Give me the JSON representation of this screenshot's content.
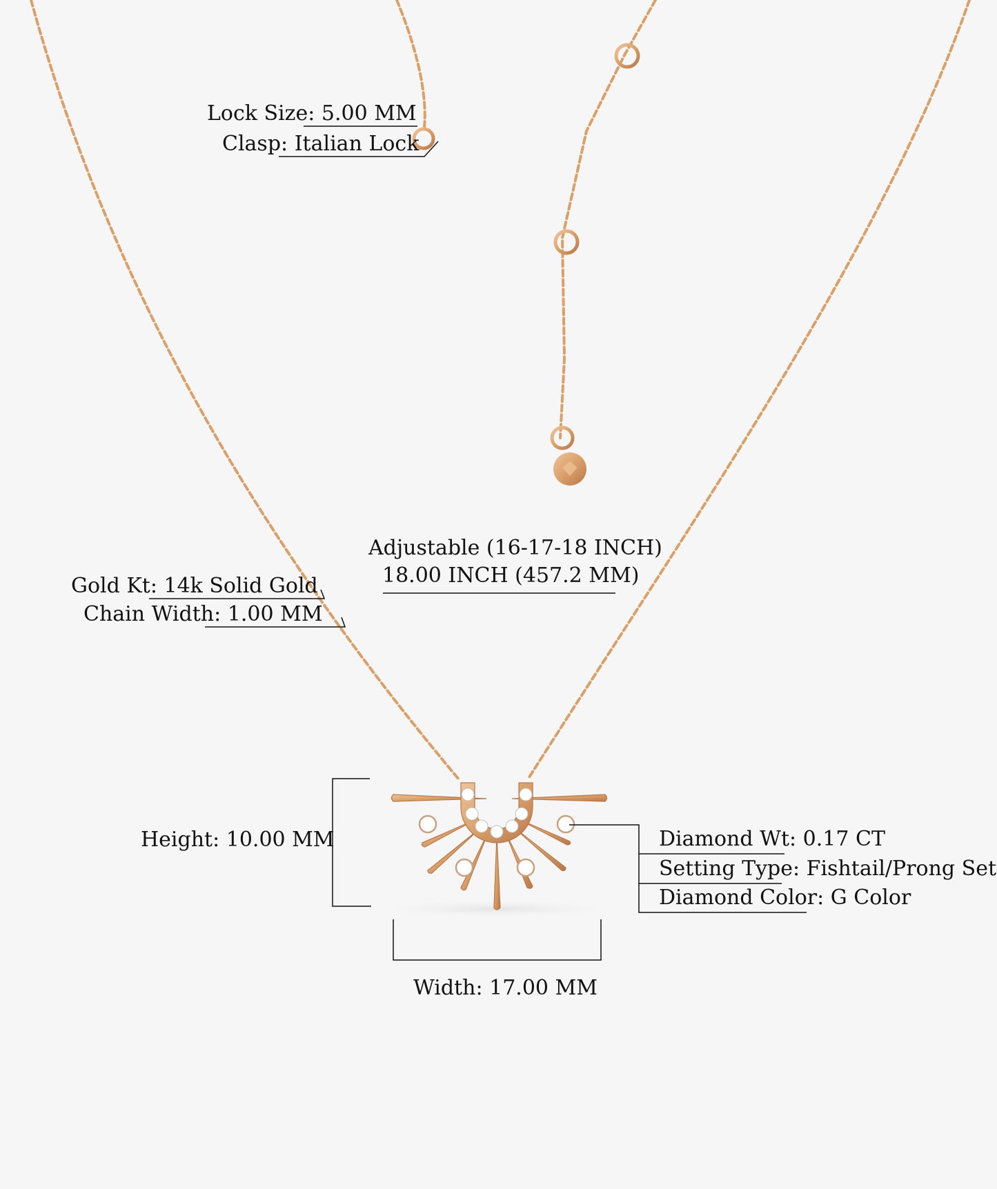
{
  "labels": {
    "lock_size": {
      "key": "Lock Size:",
      "value": "5.00 MM"
    },
    "clasp": {
      "key": "Clasp:",
      "value": "Italian Lock"
    },
    "length_adjustable": "Adjustable (16-17-18 INCH)",
    "length": "18.00 INCH (457.2 MM)",
    "gold_kt": {
      "key": "Gold Kt:",
      "value": "14k Solid Gold"
    },
    "chain_width": {
      "key": "Chain Width:",
      "value": "1.00 MM"
    },
    "height": "Height: 10.00 MM",
    "width": "Width: 17.00 MM",
    "diamond_wt": {
      "key": "Diamond Wt:",
      "value": "0.17 CT"
    },
    "setting_type": {
      "key": "Setting Type:",
      "value": "Fishtail/Prong Setting"
    },
    "diamond_color": {
      "key": "Diamond Color:",
      "value": "G Color"
    }
  },
  "colors": {
    "background": "#f6f6f6",
    "gold": "#d9a06a",
    "gold_dark": "#b9784a",
    "diamond": "#ffffff",
    "line": "#111111"
  }
}
